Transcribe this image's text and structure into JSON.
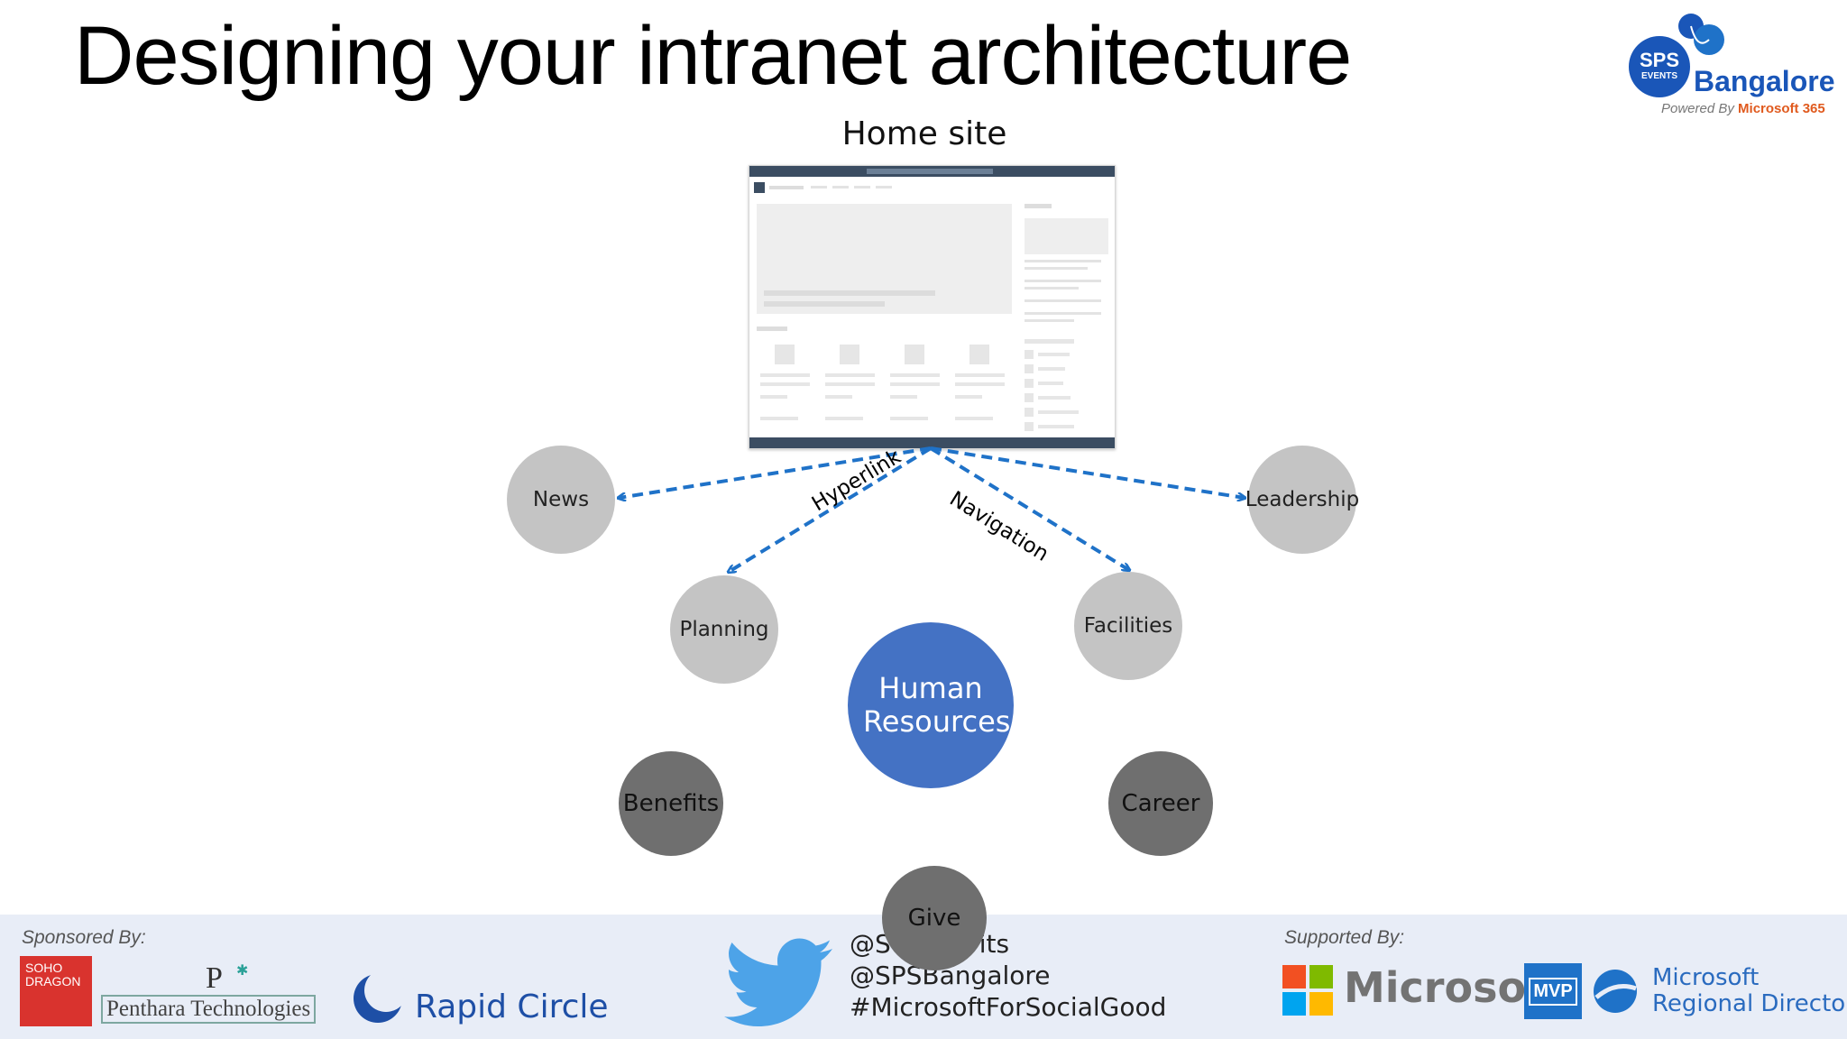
{
  "slide": {
    "title": "Designing your intranet architecture",
    "home_site_label": "Home site"
  },
  "diagram": {
    "hub": "Human Resources",
    "top_nodes": [
      "News",
      "Leadership"
    ],
    "mid_nodes": [
      "Planning",
      "Facilities"
    ],
    "lower_nodes": [
      "Benefits",
      "Career",
      "Give"
    ],
    "edge_labels": {
      "hyperlink": "Hyperlink",
      "navigation": "Navigation"
    },
    "colors": {
      "arrow": "#1f72c8",
      "light_node": "#c4c4c4",
      "dark_node": "#6f6f6f",
      "hub_node": "#4472c4"
    }
  },
  "brand": {
    "sps": "SPS",
    "events": "EVENTS",
    "city": "Bangalore",
    "powered_by": "Powered By",
    "powered_by_product": "Microsoft 365"
  },
  "footer": {
    "sponsored_by": "Sponsored By:",
    "supported_by": "Supported By:",
    "sponsors": {
      "soho_dragon_line1": "SOHO",
      "soho_dragon_line2": "DRAGON",
      "penthara_mark": "P",
      "penthara": "Penthara Technologies",
      "rapid_circle": "Rapid Circle"
    },
    "social": {
      "line1_prefix": "@S",
      "line1_suffix": "its",
      "line2": "@SPSBangalore",
      "line3": "#MicrosoftForSocialGood"
    },
    "supporters": {
      "microsoft": "Microsoft",
      "mvp": "MVP",
      "regional_director_line1": "Microsoft",
      "regional_director_line2": "Regional Director"
    }
  }
}
